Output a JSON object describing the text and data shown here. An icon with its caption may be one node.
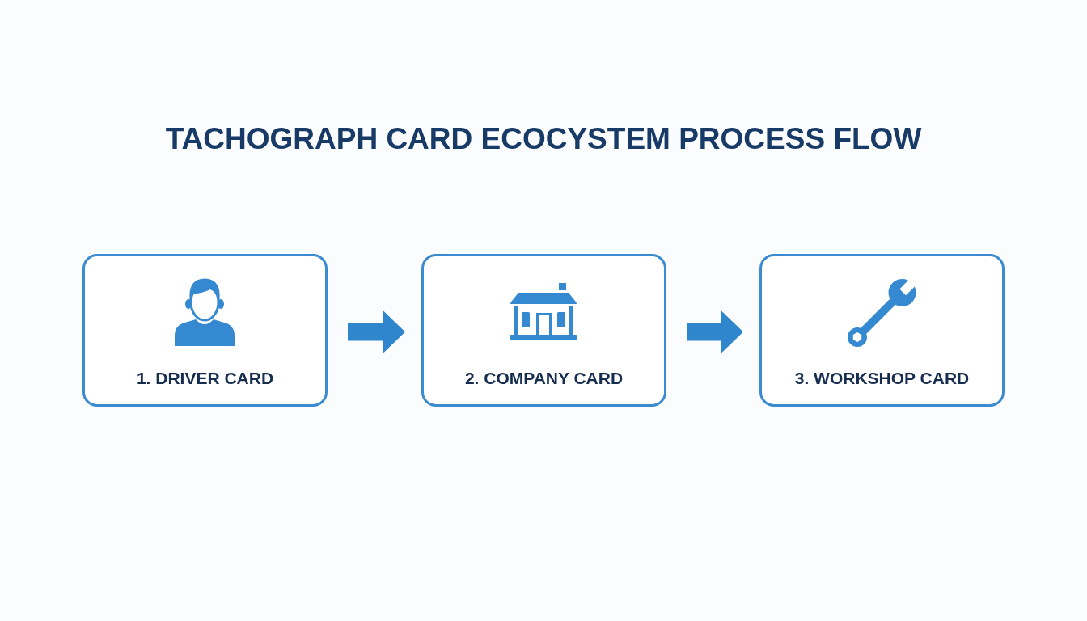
{
  "diagram": {
    "title": "TACHOGRAPH CARD ECOCYSTEM PROCESS FLOW",
    "nodes": [
      {
        "text": [
          "1. DRIVER CARD"
        ]
      },
      {
        "text": [
          "2. COMPANY CARD"
        ]
      },
      {
        "text": [
          "3. WORKSHOP CARD"
        ]
      }
    ],
    "edges": [
      {
        "from": 0,
        "to": 1,
        "arrow": "to"
      },
      {
        "from": 1,
        "to": 2,
        "arrow": "to"
      }
    ]
  }
}
